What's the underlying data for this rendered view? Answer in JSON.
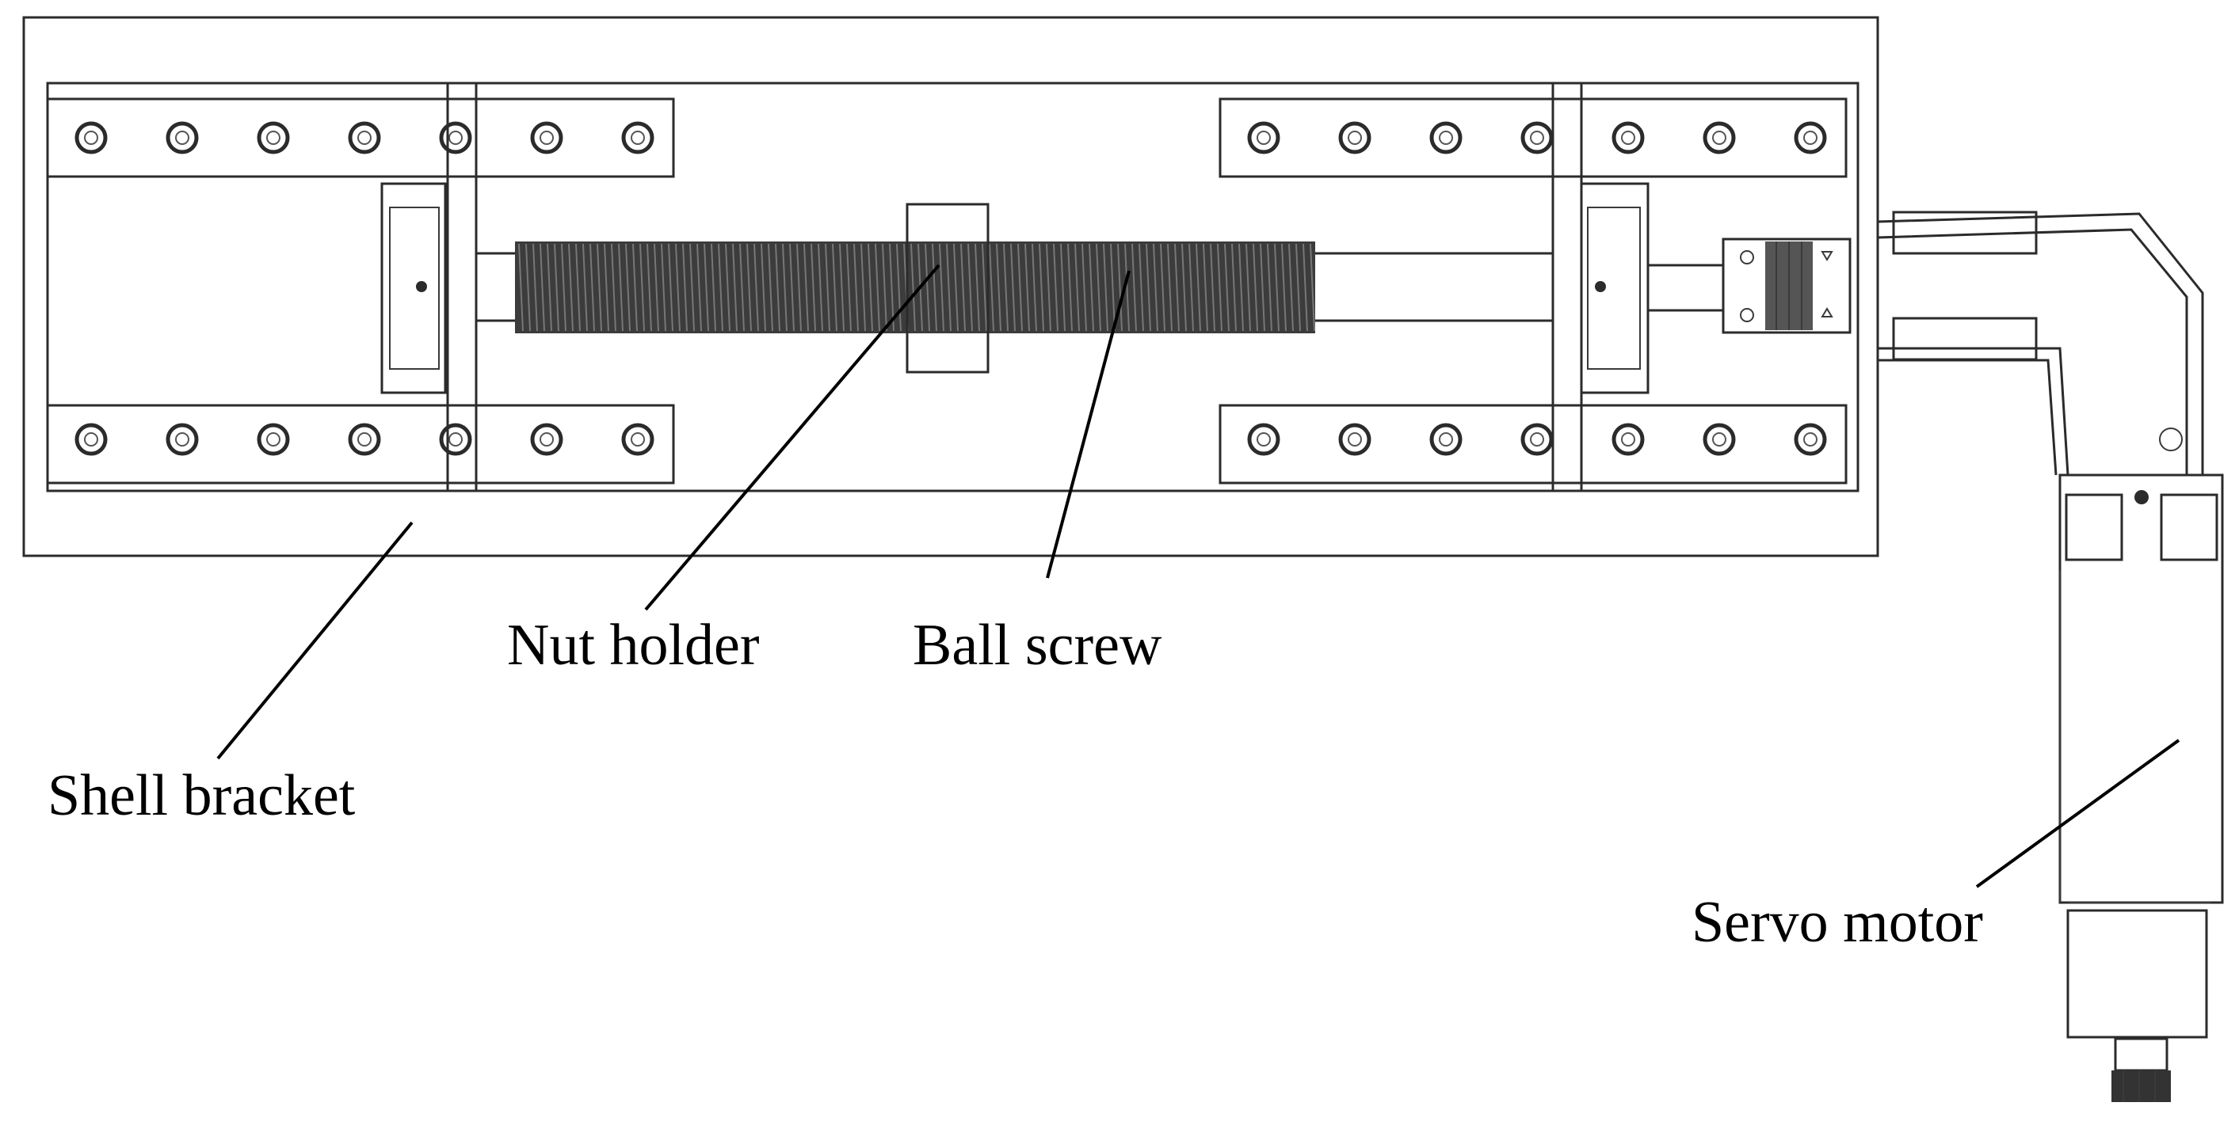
{
  "labels": {
    "shell_bracket": "Shell bracket",
    "nut_holder": "Nut holder",
    "ball_screw": "Ball screw",
    "servo_motor": "Servo motor"
  },
  "colors": {
    "line": "#2b2b2b",
    "thread": "#3c3c3c",
    "background": "#ffffff"
  }
}
